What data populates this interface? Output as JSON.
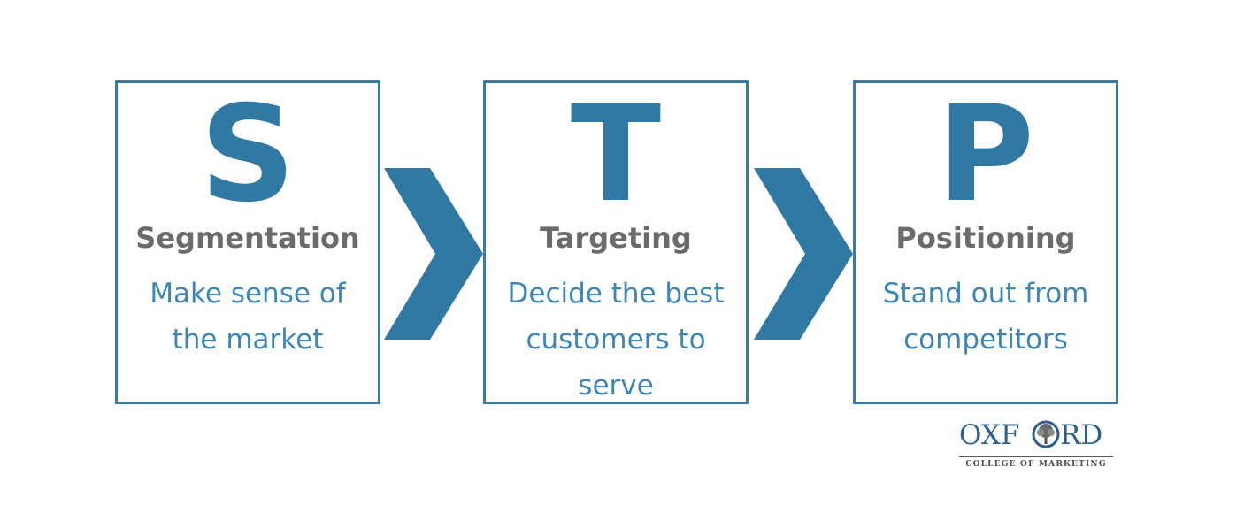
{
  "steps": [
    {
      "letter": "S",
      "heading": "Segmentation",
      "desc_lines": [
        "Make sense of",
        "the market"
      ]
    },
    {
      "letter": "T",
      "heading": "Targeting",
      "desc_lines": [
        "Decide the best",
        "customers to",
        "serve"
      ]
    },
    {
      "letter": "P",
      "heading": "Positioning",
      "desc_lines": [
        "Stand out from",
        "competitors"
      ]
    }
  ],
  "logo": {
    "name": "OXFORD",
    "subtitle": "COLLEGE OF MARKETING"
  },
  "colors": {
    "accent": "#2f79a3",
    "border": "#3d7aa3",
    "heading": "#6b6b6b",
    "desc": "#3d86b8"
  }
}
